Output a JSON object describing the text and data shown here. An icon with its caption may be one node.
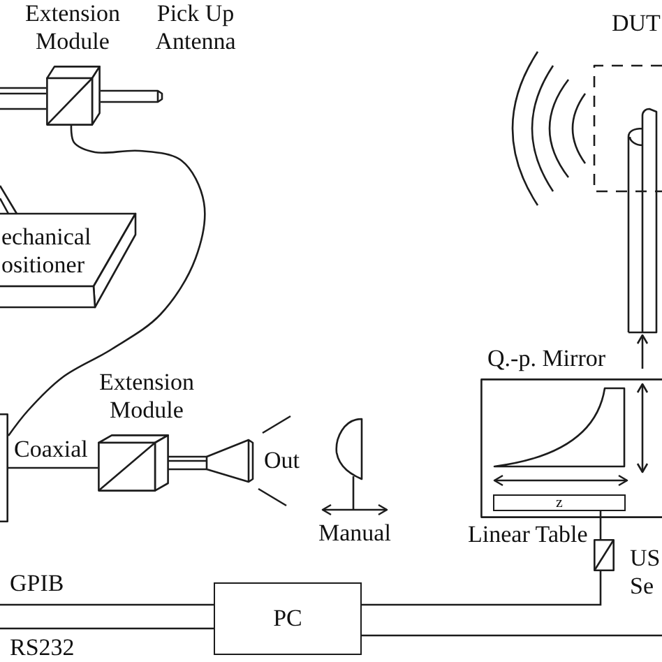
{
  "diagram": {
    "nodes": [
      {
        "text": [
          "Extension Module"
        ]
      },
      {
        "text": [
          "echanical ositioner"
        ]
      },
      {
        "text": [],
        "shape": "box"
      },
      {
        "text": [
          "Extension Module"
        ]
      },
      {
        "text": [
          "Q.-p. Mirror"
        ]
      },
      {
        "text": [],
        "shape": "picture",
        "in": 4
      },
      {
        "text": [
          "z"
        ],
        "in": 4
      },
      {
        "text": [],
        "shape": "box",
        "beside": [
          "US Se"
        ]
      },
      {
        "text": [
          "PC"
        ]
      }
    ],
    "edges": [
      {
        "from": 0,
        "to": 2,
        "arrow": "none"
      },
      {
        "from": 2,
        "to": 3,
        "arrow": "none",
        "label": "Coaxial"
      },
      {
        "from": null,
        "to": 8,
        "arrow": "none",
        "label": "GPIB"
      },
      {
        "from": null,
        "to": 8,
        "arrow": "none",
        "label": "RS232"
      },
      {
        "from": 8,
        "to": 7,
        "arrow": "none"
      },
      {
        "from": 7,
        "to": 6,
        "arrow": "none"
      },
      {
        "from": 8,
        "to": null,
        "arrow": "none"
      }
    ],
    "labels": [
      "Pick Up Antenna",
      "DUT",
      "Out",
      "Manual",
      "Linear Table"
    ]
  }
}
